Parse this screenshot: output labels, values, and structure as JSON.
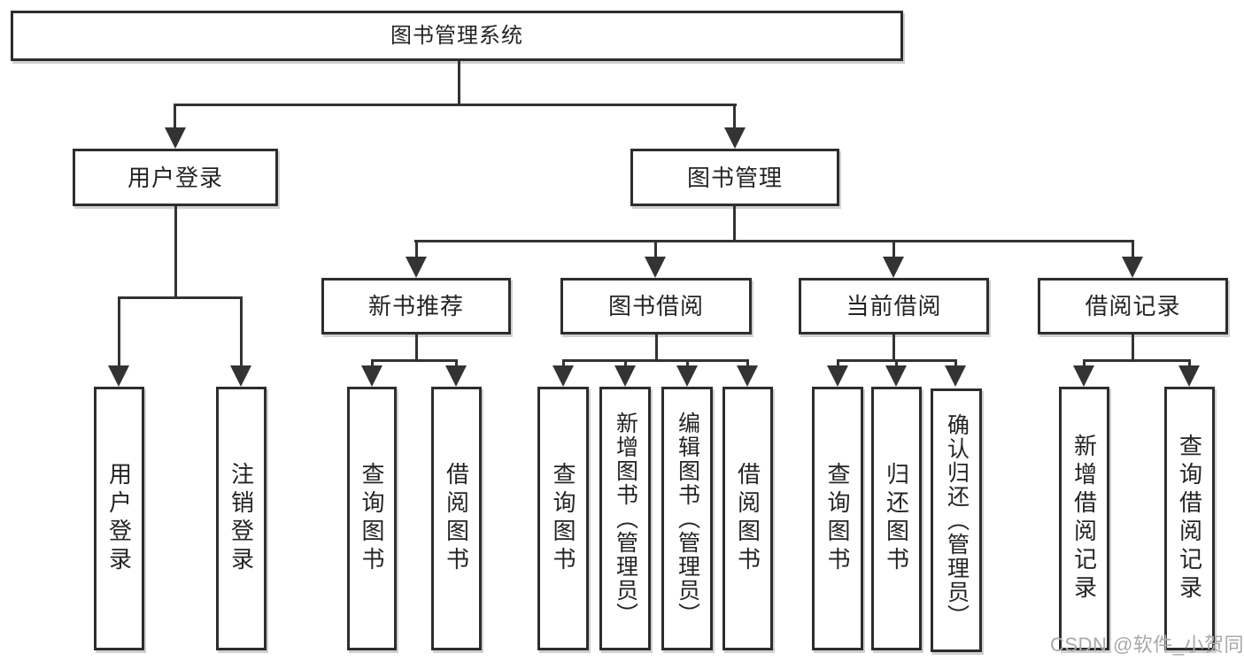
{
  "tree": {
    "root": {
      "label": "图书管理系统"
    },
    "branches": [
      {
        "label": "用户登录",
        "children": [
          "用户登录",
          "注销登录"
        ]
      },
      {
        "label": "图书管理",
        "groups": [
          {
            "label": "新书推荐",
            "children": [
              "查询图书",
              "借阅图书"
            ]
          },
          {
            "label": "图书借阅",
            "children": [
              "查询图书",
              "新增图书（管理员）",
              "编辑图书（管理员）",
              "借阅图书"
            ]
          },
          {
            "label": "当前借阅",
            "children": [
              "查询图书",
              "归还图书",
              "确认归还（管理员）"
            ]
          },
          {
            "label": "借阅记录",
            "children": [
              "新增借阅记录",
              "查询借阅记录"
            ]
          }
        ]
      }
    ]
  },
  "watermark": "CSDN @软件_小贺同学",
  "colors": {
    "line": "#333333",
    "box_border": "#2d2d2d",
    "text": "#242424",
    "watermark": "#a9a9a9",
    "background": "#ffffff"
  }
}
